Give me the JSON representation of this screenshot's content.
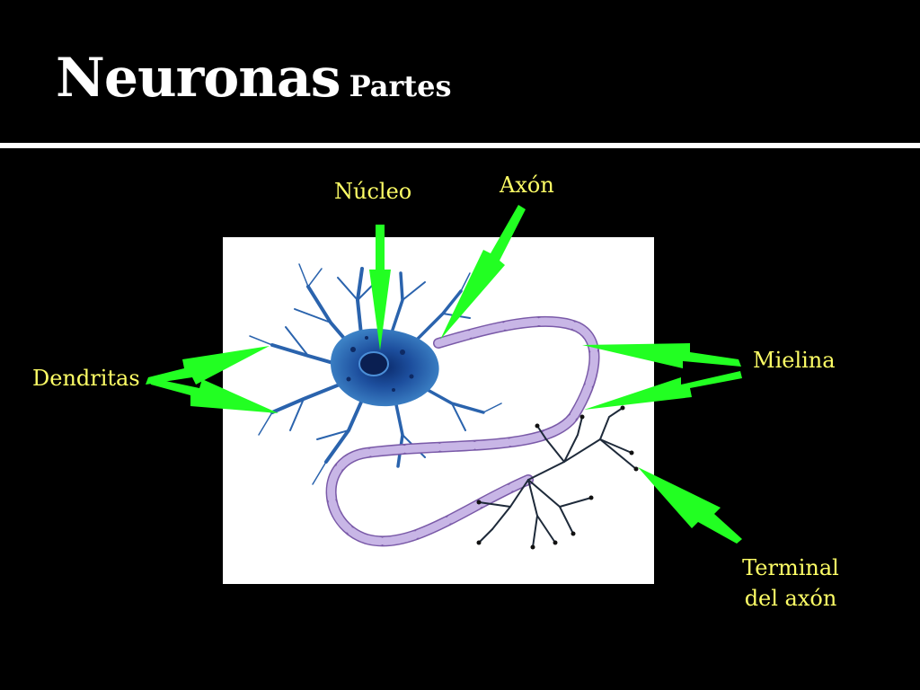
{
  "slide": {
    "title_main": "Neuronas",
    "title_sub": "Partes"
  },
  "labels": {
    "nucleo": "Núcleo",
    "axon": "Axón",
    "dendritas": "Dendritas",
    "mielina": "Mielina",
    "terminal_line1": "Terminal",
    "terminal_line2": "del axón"
  },
  "colors": {
    "background": "#000000",
    "title": "#ffffff",
    "label": "#ffff66",
    "arrow": "#22ff22",
    "neuron": "#1f5aa8",
    "myelin": "#b8a4d8"
  }
}
